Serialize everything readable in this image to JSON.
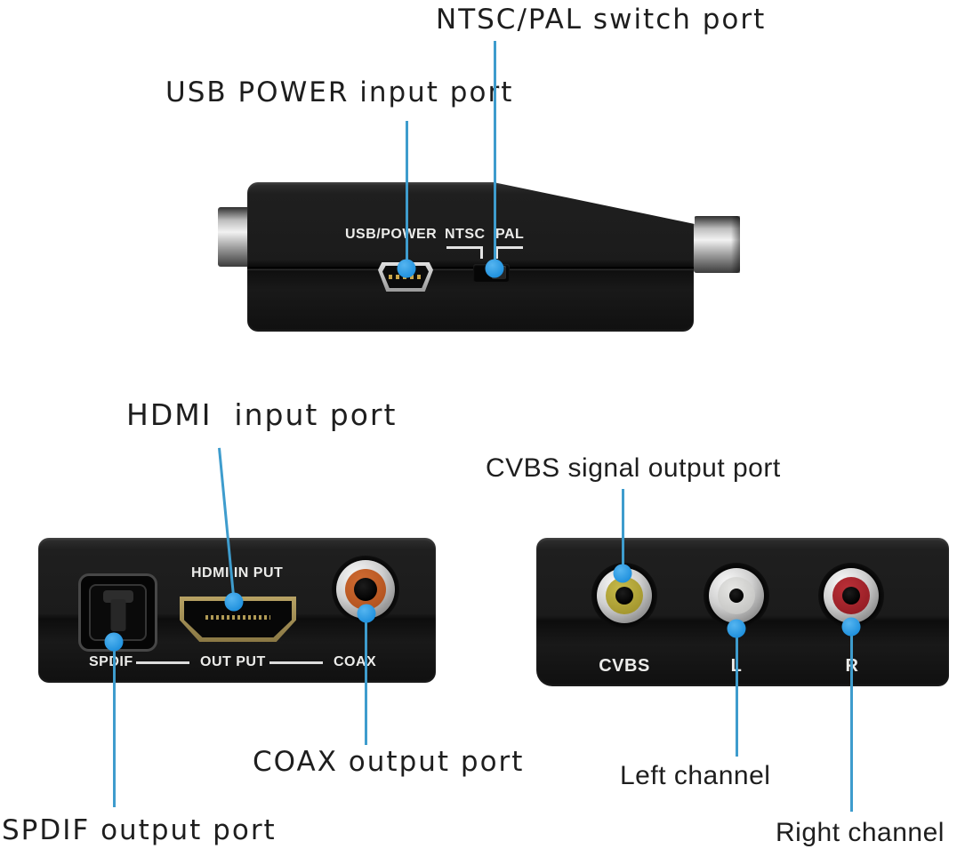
{
  "meta": {
    "description": "Annotated product diagram of an HDMI to AV/CVBS converter showing three views of the device with port callouts"
  },
  "colors": {
    "background": "#ffffff",
    "callout_line": "#3e9ccd",
    "callout_dot": "#2196dd",
    "device_body": "#1b1b1b",
    "hdmi_gold": "#9a8750",
    "coax_orange": "#bf5c28",
    "jack_yellow": "#b4a73b",
    "jack_white": "#d8d8d6",
    "jack_red": "#a8262c",
    "label_text": "#1e1e1e",
    "device_text": "#ececea"
  },
  "labels": {
    "ntsc_pal": "NTSC/PAL switch port",
    "usb_power": "USB POWER input port",
    "hdmi_input": "HDMI  input port",
    "cvbs_signal": "CVBS signal output port",
    "coax_output": "COAX output port",
    "spdif_output": "SPDIF output port",
    "left_channel": "Left channel",
    "right_channel": "Right channel"
  },
  "device_top": {
    "usb_power_text": "USB/POWER",
    "ntsc_text": "NTSC",
    "pal_text": "PAL"
  },
  "device_front": {
    "hdmi_label": "HDMI IN PUT",
    "spdif_label": "SPDIF",
    "output_label": "OUT PUT",
    "coax_label": "COAX"
  },
  "device_rca": {
    "cvbs_label": "CVBS",
    "left_label": "L",
    "right_label": "R"
  }
}
